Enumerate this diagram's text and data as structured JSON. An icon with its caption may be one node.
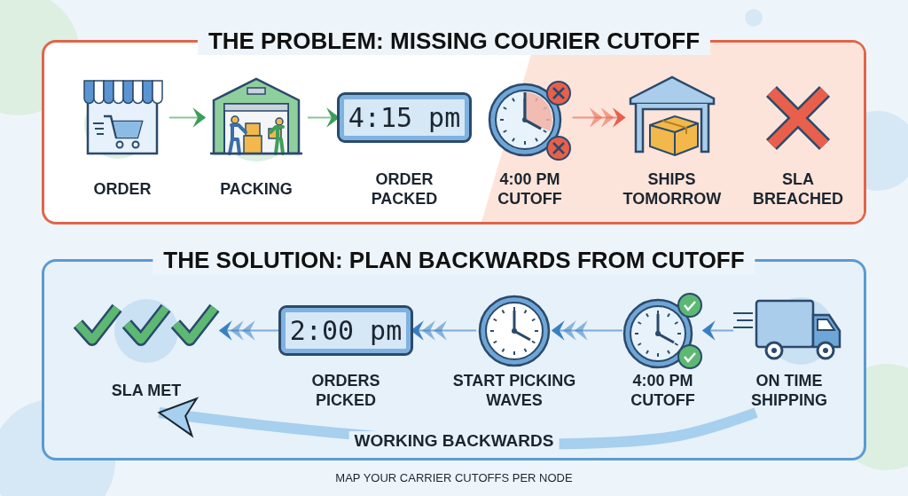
{
  "diagram": {
    "nodes": [
      {
        "text": [
          "THE PROBLEM: MISSING COURIER CUTOFF"
        ]
      },
      {
        "text": [
          "ORDER"
        ],
        "in": 0
      },
      {
        "text": [
          "PACKING"
        ],
        "in": 0
      },
      {
        "text": [
          "4:15 pm",
          "ORDER PACKED"
        ],
        "in": 0
      },
      {
        "text": [
          "4:00 PM CUTOFF"
        ],
        "in": 0
      },
      {
        "text": [
          "SHIPS TOMORROW"
        ],
        "in": 0
      },
      {
        "text": [
          "SLA BREACHED"
        ],
        "in": 0
      },
      {
        "text": [
          "THE SOLUTION: PLAN BACKWARDS FROM CUTOFF"
        ]
      },
      {
        "text": [
          "SLA MET"
        ],
        "in": 7
      },
      {
        "text": [
          "2:00 pm",
          "ORDERS PICKED"
        ],
        "in": 7
      },
      {
        "text": [
          "START PICKING WAVES"
        ],
        "in": 7
      },
      {
        "text": [
          "4:00 PM CUTOFF"
        ],
        "in": 7
      },
      {
        "text": [
          "ON TIME SHIPPING"
        ],
        "in": 7
      }
    ],
    "edges": [
      {
        "from": 1,
        "to": 2,
        "arrow": "to",
        "color": "#3d9e5a"
      },
      {
        "from": 2,
        "to": 3,
        "arrow": "to",
        "color": "#3d9e5a"
      },
      {
        "from": 4,
        "to": 5,
        "arrow": "to",
        "color": "#e8604c"
      },
      {
        "from": 12,
        "to": 11,
        "arrow": "to"
      },
      {
        "from": 11,
        "to": 10,
        "arrow": "to"
      },
      {
        "from": 10,
        "to": 9,
        "arrow": "to"
      },
      {
        "from": 9,
        "to": 8,
        "arrow": "to"
      },
      {
        "from": 12,
        "to": 8,
        "arrow": "to",
        "label": "WORKING BACKWARDS",
        "style": "thick",
        "color": "#a7cfee"
      }
    ],
    "labels": [
      "MAP YOUR CARRIER CUTOFFS PER NODE"
    ]
  }
}
